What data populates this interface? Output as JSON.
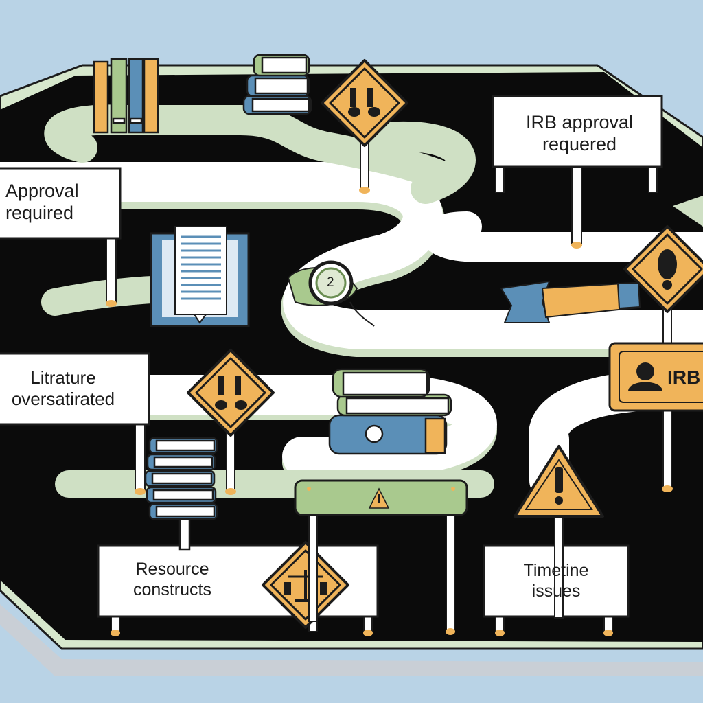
{
  "signs": {
    "approval": {
      "line1": "Approval",
      "line2": "required"
    },
    "irb_approval": {
      "line1": "IRB approval",
      "line2": "requered"
    },
    "literature": {
      "line1": "Litrature",
      "line2": "oversatirated"
    },
    "resource": {
      "line1": "Resource",
      "line2": "constructs"
    },
    "timeline": {
      "line1": "Timetine",
      "line2": "issues"
    },
    "irb_badge": "IRB",
    "magnifier_number": "2"
  },
  "colors": {
    "sky": "#b9d3e6",
    "board": "#0b0b0b",
    "path": "#ffffff",
    "path_shadow": "#cfe0c4",
    "warning": "#f0b45a",
    "book_blue": "#5b8fb7",
    "book_green": "#a9c98e",
    "ground": "#cfd6dd"
  }
}
